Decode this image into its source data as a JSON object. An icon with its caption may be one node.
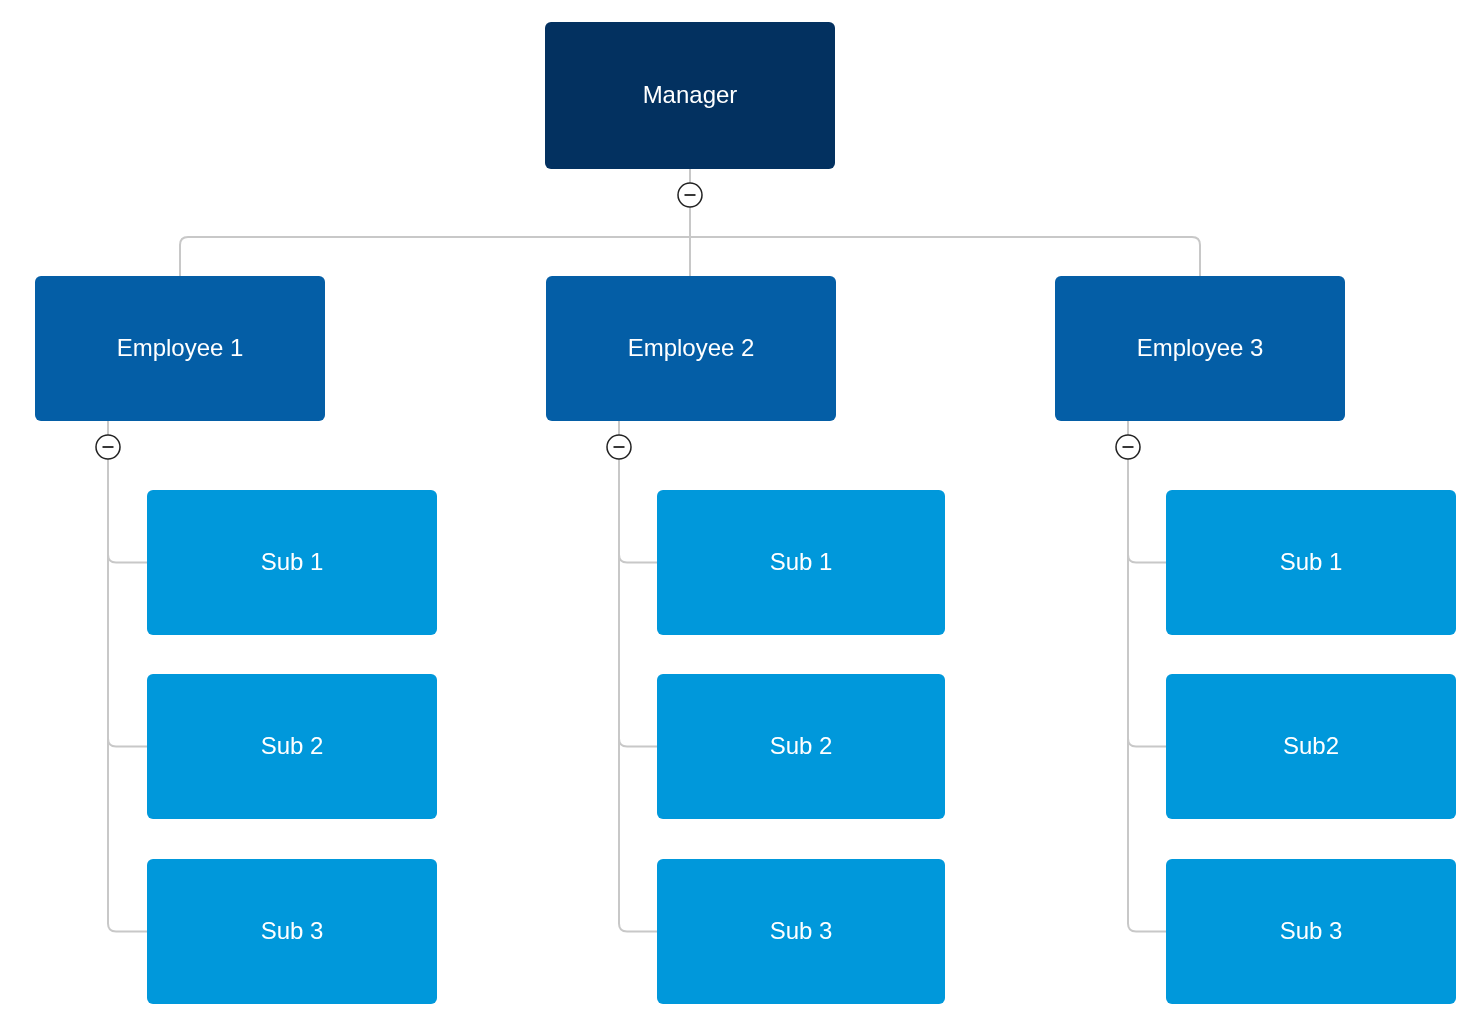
{
  "diagram": {
    "nodes": [
      {
        "text": [
          "Manager"
        ]
      },
      {
        "text": [
          "Employee 1"
        ]
      },
      {
        "text": [
          "Employee 2"
        ]
      },
      {
        "text": [
          "Employee 3"
        ]
      },
      {
        "text": [
          "Sub 1"
        ]
      },
      {
        "text": [
          "Sub 2"
        ]
      },
      {
        "text": [
          "Sub 3"
        ]
      },
      {
        "text": [
          "Sub 1"
        ]
      },
      {
        "text": [
          "Sub 2"
        ]
      },
      {
        "text": [
          "Sub 3"
        ]
      },
      {
        "text": [
          "Sub 1"
        ]
      },
      {
        "text": [
          "Sub2"
        ]
      },
      {
        "text": [
          "Sub 3"
        ]
      }
    ],
    "edges": [
      {
        "from": 0,
        "to": 1,
        "arrow": "none"
      },
      {
        "from": 0,
        "to": 2,
        "arrow": "none"
      },
      {
        "from": 0,
        "to": 3,
        "arrow": "none"
      },
      {
        "from": 1,
        "to": 4,
        "arrow": "none"
      },
      {
        "from": 1,
        "to": 5,
        "arrow": "none"
      },
      {
        "from": 1,
        "to": 6,
        "arrow": "none"
      },
      {
        "from": 2,
        "to": 7,
        "arrow": "none"
      },
      {
        "from": 2,
        "to": 8,
        "arrow": "none"
      },
      {
        "from": 2,
        "to": 9,
        "arrow": "none"
      },
      {
        "from": 3,
        "to": 10,
        "arrow": "none"
      },
      {
        "from": 3,
        "to": 11,
        "arrow": "none"
      },
      {
        "from": 3,
        "to": 12,
        "arrow": "none"
      }
    ]
  }
}
